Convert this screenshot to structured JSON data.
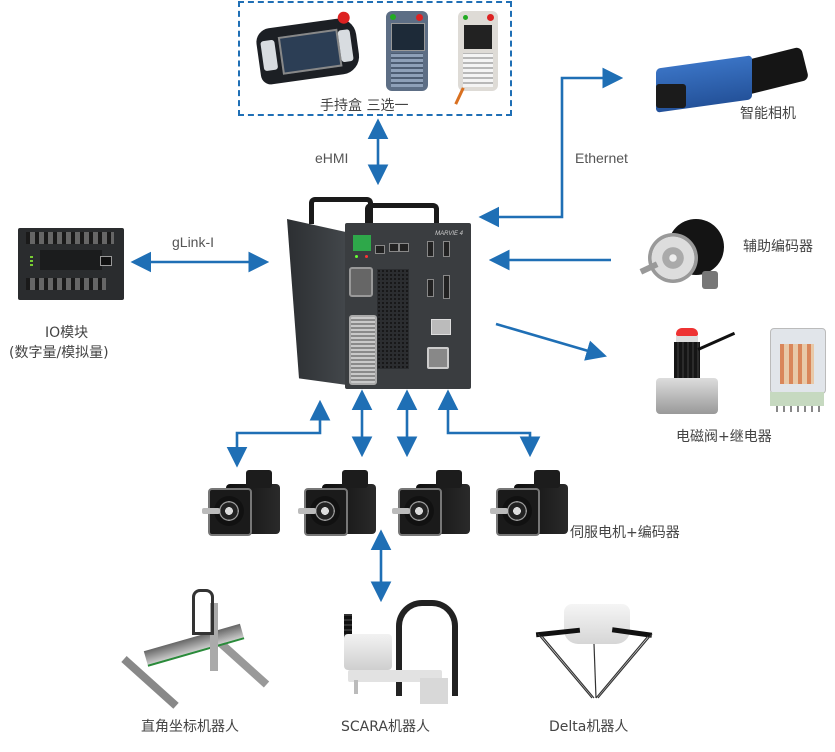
{
  "colors": {
    "arrow": "#1f6fb5",
    "dashed_border": "#1f6fb5",
    "label": "#444444",
    "controller_body": "#3a3d40",
    "camera_blue": "#2a5ea8"
  },
  "teach_pendant_group": {
    "label": "手持盒 三选一",
    "devices": [
      "teach-pendant-1",
      "teach-pendant-2",
      "teach-pendant-3"
    ]
  },
  "controller": {
    "brand_text": "MARVIE 4"
  },
  "connections": {
    "ehmi": "eHMI",
    "glink": "gLink-I",
    "ethernet": "Ethernet"
  },
  "io_module": {
    "label_line1": "IO模块",
    "label_line2": "(数字量/模拟量)"
  },
  "camera": {
    "label": "智能相机"
  },
  "aux_encoder": {
    "label": "辅助编码器"
  },
  "valve_relay": {
    "label": "电磁阀+继电器"
  },
  "servo_motors": {
    "label": "伺服电机+编码器",
    "count": 4
  },
  "robots": [
    {
      "label": "直角坐标机器人"
    },
    {
      "label": "SCARA机器人"
    },
    {
      "label": "Delta机器人"
    }
  ]
}
